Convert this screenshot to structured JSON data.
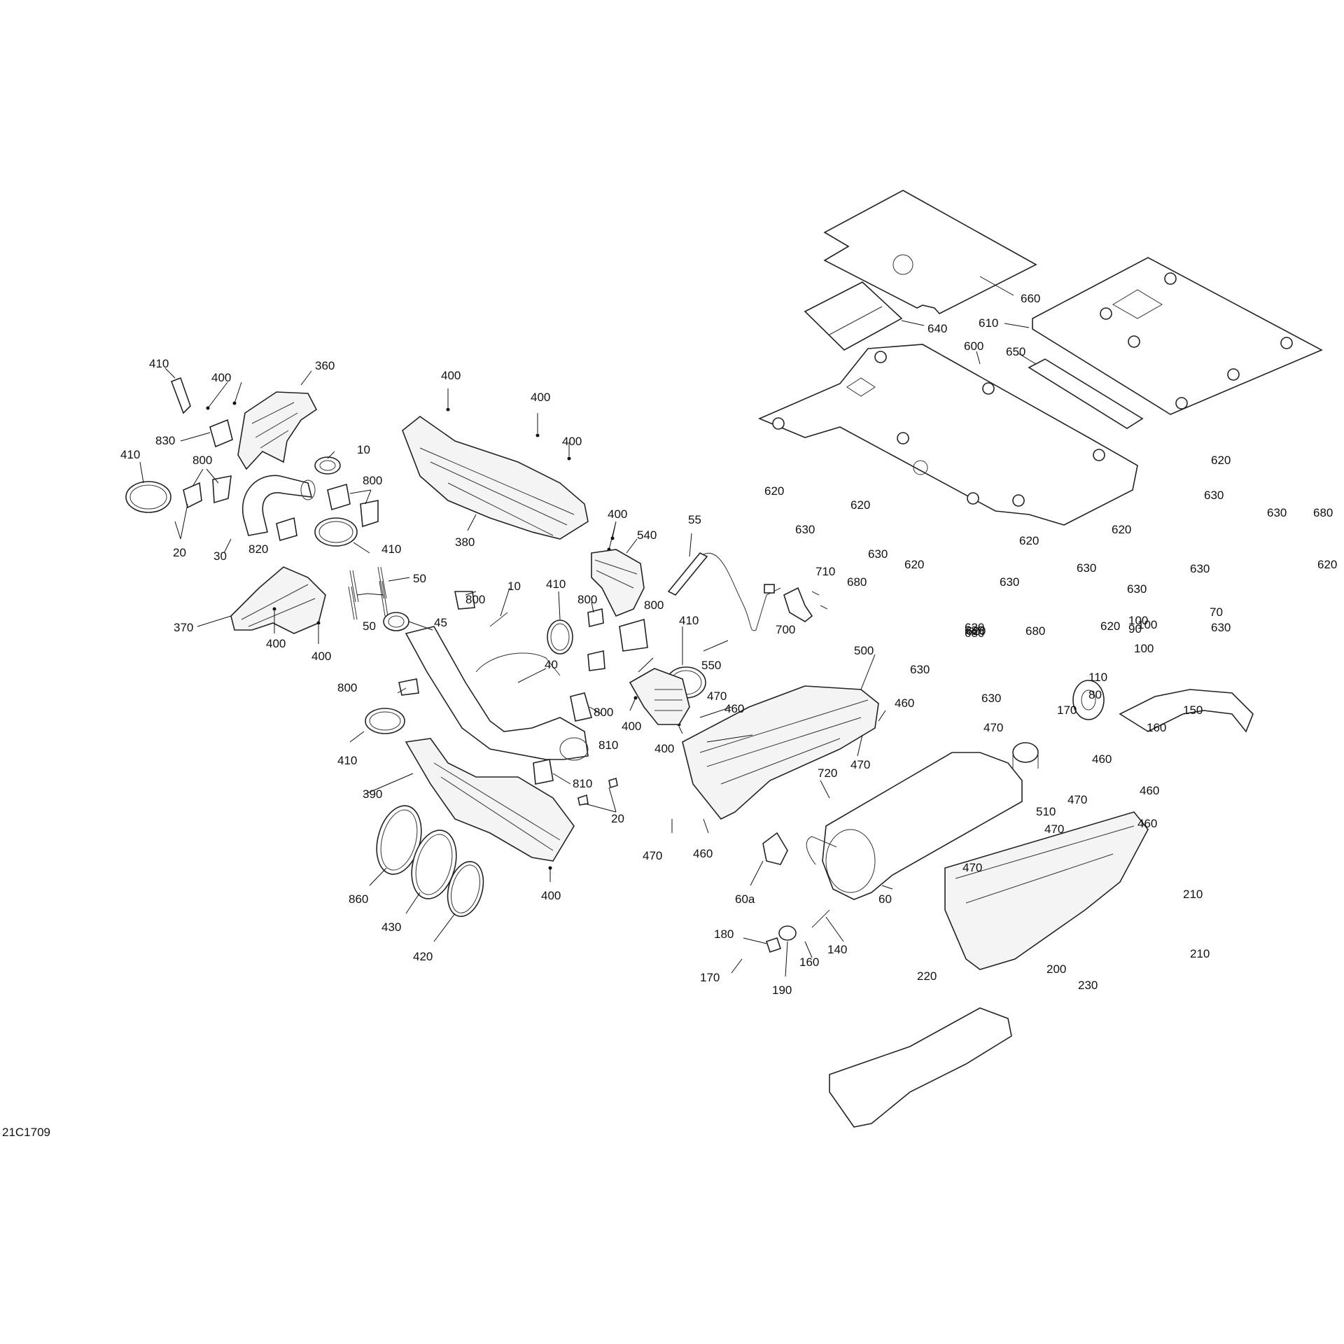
{
  "drawing_code": "21C1709",
  "callouts": [
    {
      "text": "410"
    },
    {
      "text": "400"
    },
    {
      "text": "360"
    },
    {
      "text": "830"
    },
    {
      "text": "410"
    },
    {
      "text": "800"
    },
    {
      "text": "10"
    },
    {
      "text": "800"
    },
    {
      "text": "20"
    },
    {
      "text": "30"
    },
    {
      "text": "820"
    },
    {
      "text": "410"
    },
    {
      "text": "50"
    },
    {
      "text": "50"
    },
    {
      "text": "45"
    },
    {
      "text": "370"
    },
    {
      "text": "400"
    },
    {
      "text": "400"
    },
    {
      "text": "400"
    },
    {
      "text": "400"
    },
    {
      "text": "400"
    },
    {
      "text": "380"
    },
    {
      "text": "400"
    },
    {
      "text": "540"
    },
    {
      "text": "55"
    },
    {
      "text": "800"
    },
    {
      "text": "10"
    },
    {
      "text": "410"
    },
    {
      "text": "800"
    },
    {
      "text": "800"
    },
    {
      "text": "410"
    },
    {
      "text": "800"
    },
    {
      "text": "40"
    },
    {
      "text": "550"
    },
    {
      "text": "800"
    },
    {
      "text": "810"
    },
    {
      "text": "400"
    },
    {
      "text": "400"
    },
    {
      "text": "410"
    },
    {
      "text": "390"
    },
    {
      "text": "810"
    },
    {
      "text": "20"
    },
    {
      "text": "860"
    },
    {
      "text": "430"
    },
    {
      "text": "420"
    },
    {
      "text": "400"
    },
    {
      "text": "470"
    },
    {
      "text": "460"
    },
    {
      "text": "500"
    },
    {
      "text": "460"
    },
    {
      "text": "470"
    },
    {
      "text": "470"
    },
    {
      "text": "460"
    },
    {
      "text": "720"
    },
    {
      "text": "60a"
    },
    {
      "text": "60"
    },
    {
      "text": "180"
    },
    {
      "text": "170"
    },
    {
      "text": "190"
    },
    {
      "text": "160"
    },
    {
      "text": "140"
    },
    {
      "text": "660"
    },
    {
      "text": "640"
    },
    {
      "text": "610"
    },
    {
      "text": "600"
    },
    {
      "text": "650"
    },
    {
      "text": "620"
    },
    {
      "text": "630"
    },
    {
      "text": "620"
    },
    {
      "text": "630"
    },
    {
      "text": "710"
    },
    {
      "text": "680"
    },
    {
      "text": "700"
    },
    {
      "text": "620"
    },
    {
      "text": "630"
    },
    {
      "text": "620"
    },
    {
      "text": "630"
    },
    {
      "text": "620"
    },
    {
      "text": "630"
    },
    {
      "text": "620"
    },
    {
      "text": "630"
    },
    {
      "text": "680"
    },
    {
      "text": "620"
    },
    {
      "text": "630"
    },
    {
      "text": "680"
    },
    {
      "text": "620"
    },
    {
      "text": "680"
    },
    {
      "text": "630"
    },
    {
      "text": "620"
    },
    {
      "text": "630"
    },
    {
      "text": "630"
    },
    {
      "text": "680"
    },
    {
      "text": "620"
    },
    {
      "text": "630"
    },
    {
      "text": "100"
    },
    {
      "text": "100"
    },
    {
      "text": "90"
    },
    {
      "text": "110"
    },
    {
      "text": "70"
    },
    {
      "text": "100"
    },
    {
      "text": "80"
    },
    {
      "text": "170"
    },
    {
      "text": "150"
    },
    {
      "text": "160"
    },
    {
      "text": "470"
    },
    {
      "text": "460"
    },
    {
      "text": "510"
    },
    {
      "text": "470"
    },
    {
      "text": "460"
    },
    {
      "text": "470"
    },
    {
      "text": "460"
    },
    {
      "text": "470"
    },
    {
      "text": "210"
    },
    {
      "text": "210"
    },
    {
      "text": "200"
    },
    {
      "text": "230"
    },
    {
      "text": "220"
    }
  ]
}
